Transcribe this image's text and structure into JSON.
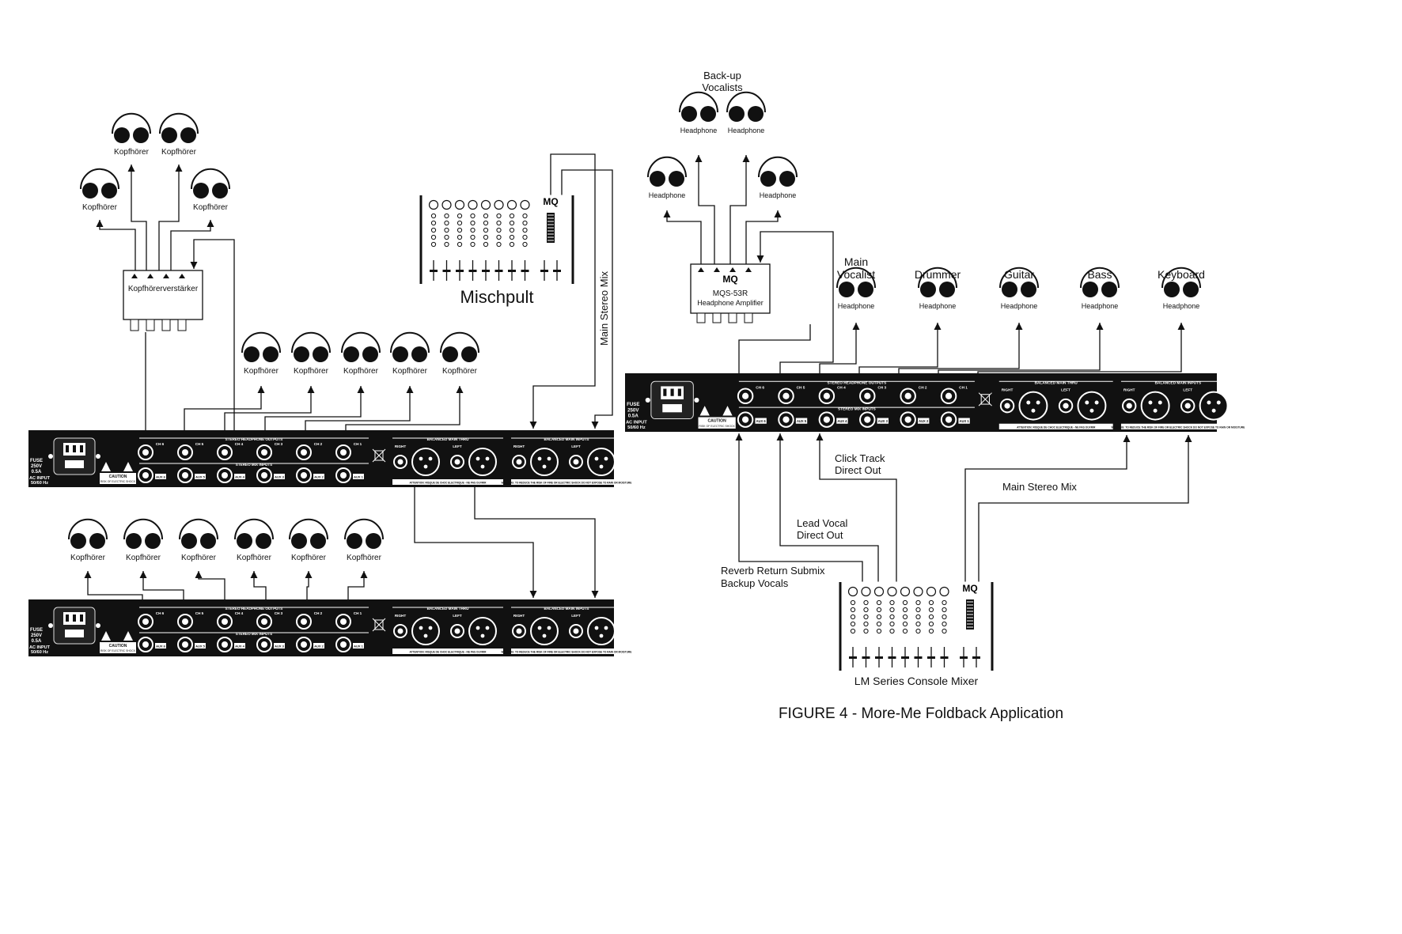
{
  "caption": "FIGURE 4 - More-Me Foldback Application",
  "headphone_word_de": "Kopfhörer",
  "headphone_word_en": "Headphone",
  "left": {
    "amp_label": "Kopfhörerverstärker",
    "mixer_label": "Mischpult",
    "link_label": "Main Stereo Mix"
  },
  "right": {
    "backup_group_label": [
      "Back-up",
      "Vocalists"
    ],
    "amp_model": "MQS-53R",
    "amp_desc": "Headphone Amplifier",
    "musicians": [
      [
        "Main",
        "Vocalist"
      ],
      [
        "Drummer"
      ],
      [
        "Guitar"
      ],
      [
        "Bass"
      ],
      [
        "Keyboard"
      ]
    ],
    "click_label": [
      "Click Track",
      "Direct Out"
    ],
    "main_mix_label": "Main Stereo Mix",
    "lead_vocal_label": [
      "Lead Vocal",
      "Direct Out"
    ],
    "reverb_label": [
      "Reverb Return Submix",
      "Backup Vocals"
    ],
    "mixer_label": "LM Series Console Mixer"
  },
  "unit_panel": {
    "fuse": [
      "FUSE",
      "250V",
      "0.5A"
    ],
    "ac_input": [
      "AC INPUT",
      "50/60 Hz"
    ],
    "caution": "CAUTION",
    "caution_sub": [
      "RISK OF ELECTRIC SHOCK",
      "DO NOT OPEN"
    ],
    "headphone_outputs": "STEREO HEADPHONE OUTPUTS",
    "mix_inputs": "STEREO MIX INPUTS",
    "channels": [
      "CH 6",
      "CH 5",
      "CH 4",
      "CH 3",
      "CH 2",
      "CH 1"
    ],
    "aux": [
      "AUX 6",
      "AUX 5",
      "AUX 4",
      "AUX 3",
      "AUX 2",
      "AUX 1"
    ],
    "main_thru": "BALANCED MAIN THRU",
    "main_inputs": "BALANCED MAIN INPUTS",
    "right_word": "RIGHT",
    "left_word": "LEFT",
    "warn_fr": "ATTENTION: RISQUE DE CHOC ELECTRIQUE - NE PAS OUVRIR",
    "warn_en": "WARNING: TO REDUCE THE RISK OF FIRE OR ELECTRIC SHOCK DO NOT EXPOSE TO RAIN OR MOISTURE"
  }
}
